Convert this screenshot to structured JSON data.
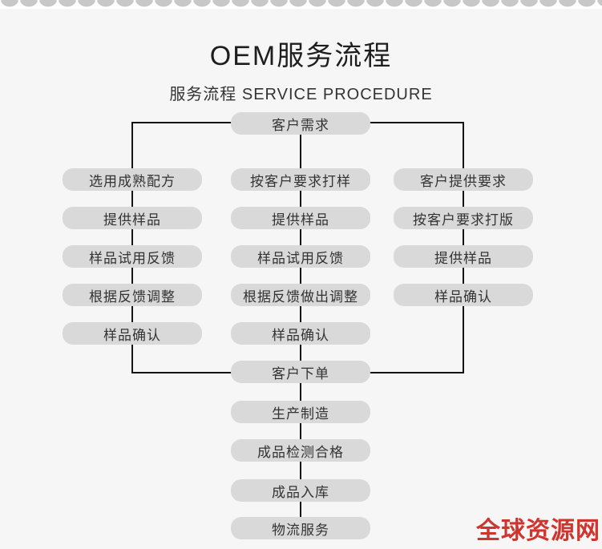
{
  "header": {
    "title": "OEM服务流程",
    "subtitle": "服务流程 SERVICE PROCEDURE"
  },
  "flow": {
    "start": "客户需求",
    "columns": [
      {
        "name": "left",
        "steps": [
          "选用成熟配方",
          "提供样品",
          "样品试用反馈",
          "根据反馈调整",
          "样品确认"
        ]
      },
      {
        "name": "middle",
        "steps": [
          "按客户要求打样",
          "提供样品",
          "样品试用反馈",
          "根据反馈做出调整",
          "样品确认"
        ]
      },
      {
        "name": "right",
        "steps": [
          "客户提供要求",
          "按客户要求打版",
          "提供样品",
          "样品确认"
        ]
      }
    ],
    "merge": "客户下单",
    "tail": [
      "生产制造",
      "成品检测合格",
      "成品入库",
      "物流服务"
    ]
  },
  "watermark": {
    "text": "全球资源网",
    "color": "#d0342e"
  },
  "colors": {
    "page_bg": "#f6f6f6",
    "node_bg": "#d9d9d9",
    "node_text": "#333333",
    "connector": "#141414",
    "scallop": "#c8c8c8"
  }
}
